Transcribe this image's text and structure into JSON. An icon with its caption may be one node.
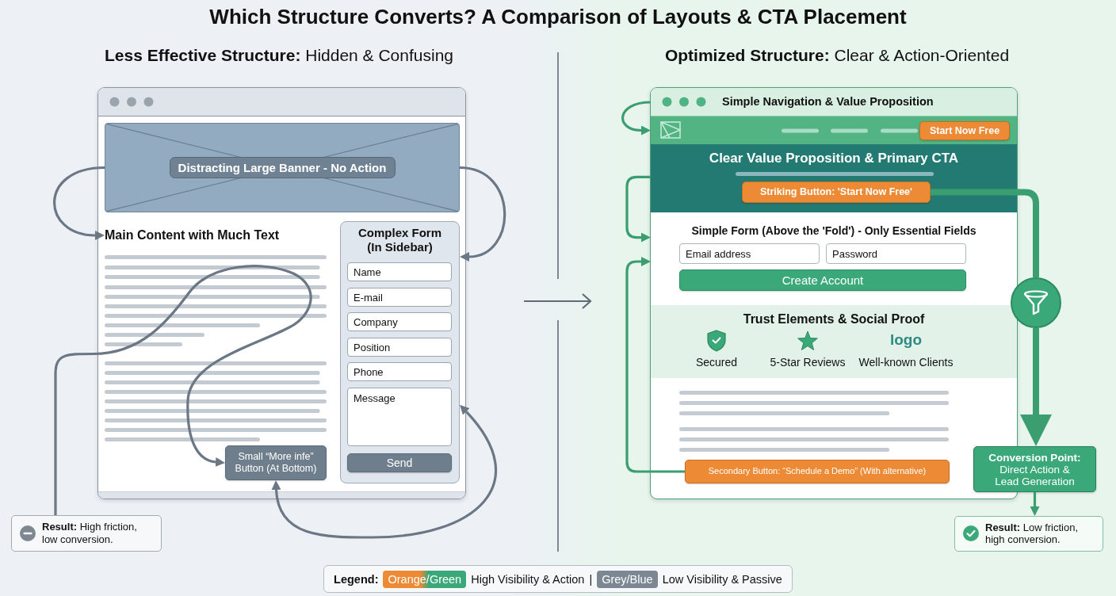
{
  "diagram": {
    "title": "Which Structure Converts? A Comparison of Layouts & CTA Placement",
    "nodes": [
      {
        "text": [],
        "shape": "box"
      },
      {
        "text": [
          "Distracting Large Banner - No Action"
        ],
        "in": 0
      },
      {
        "text": [
          "Main Content with Much Text"
        ],
        "in": 0
      },
      {
        "text": [
          "Complex Form (In Sidebar)"
        ],
        "in": 0
      },
      {
        "text": [
          "Name"
        ],
        "in": 3
      },
      {
        "text": [
          "E-mail"
        ],
        "in": 3
      },
      {
        "text": [
          "Company"
        ],
        "in": 3
      },
      {
        "text": [
          "Position"
        ],
        "in": 3
      },
      {
        "text": [
          "Phone"
        ],
        "in": 3
      },
      {
        "text": [
          "Message"
        ],
        "in": 3
      },
      {
        "text": [
          "Send"
        ],
        "in": 3
      },
      {
        "text": [
          "Small “More infe” Button (At Bottom)"
        ],
        "in": 0
      },
      {
        "text": [
          "**Result:** High friction, low conversion."
        ]
      },
      {
        "text": [],
        "shape": "box"
      },
      {
        "text": [
          "Simple Navigation & Value Proposition"
        ],
        "in": 13
      },
      {
        "text": [],
        "shape": "bar",
        "in": 13
      },
      {
        "text": [
          "Start Now Free"
        ],
        "in": 15
      },
      {
        "text": [
          "Clear Value Proposition & Primary CTA"
        ],
        "in": 13
      },
      {
        "text": [
          "Striking Button: 'Start Now Free'"
        ],
        "in": 17
      },
      {
        "text": [
          "Simple Form (Above the 'Fold') - Only Essential Fields"
        ],
        "in": 13
      },
      {
        "text": [
          "Email address"
        ],
        "in": 19
      },
      {
        "text": [
          "Password"
        ],
        "in": 19
      },
      {
        "text": [
          "Create Account"
        ],
        "in": 19
      },
      {
        "text": [
          "Trust Elements & Social Proof",
          "Secured",
          "5-Star Reviews",
          "logo",
          "Well-known Clients"
        ],
        "in": 13
      },
      {
        "text": [
          "Secondary Button: “Schedule a Demo” (With alternative)"
        ],
        "in": 13
      },
      {
        "text": [],
        "shape": "circle"
      },
      {
        "text": [
          "Conversion Point:",
          "Direct Action & Lead Generation"
        ]
      },
      {
        "text": [
          "**Result:** Low friction, high conversion."
        ]
      }
    ],
    "edges": [
      {
        "from": 1,
        "to": 2,
        "arrow": "to",
        "color": "#6b7785"
      },
      {
        "from": 1,
        "to": 3,
        "arrow": "to",
        "color": "#6b7785"
      },
      {
        "from": 12,
        "to": 11,
        "arrow": "to",
        "color": "#6b7785"
      },
      {
        "from": 11,
        "to": 3,
        "arrow": "both",
        "color": "#6b7785"
      },
      {
        "from": 14,
        "to": 15,
        "arrow": "to"
      },
      {
        "from": 17,
        "to": 19,
        "arrow": "to"
      },
      {
        "from": 24,
        "to": 19,
        "arrow": "to"
      },
      {
        "from": 18,
        "to": 25,
        "arrow": "none",
        "style": "thick"
      },
      {
        "from": 25,
        "to": 26,
        "arrow": "to",
        "style": "thick"
      },
      {
        "from": 26,
        "to": 27,
        "arrow": "to"
      }
    ],
    "labels": [
      "**Less Effective Structure:** Hidden & Confusing",
      "**Optimized Structure:** Clear & Action-Oriented",
      "Legend:",
      "Orange/Green",
      "|",
      "Grey/Blue"
    ],
    "legend": [
      {
        "text": "High Visibility & Action",
        "color": "#ec8a35"
      },
      {
        "text": "Low Visibility & Passive",
        "color": "#7b8793"
      }
    ]
  }
}
